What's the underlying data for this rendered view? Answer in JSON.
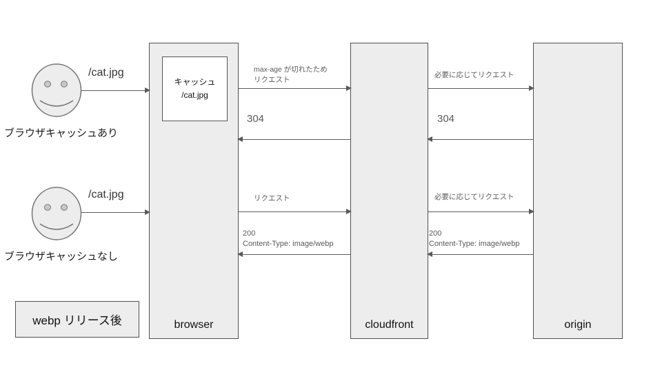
{
  "actors": {
    "browser": "browser",
    "cloudfront": "cloudfront",
    "origin": "origin"
  },
  "browser_cache_note": "キャッシュ\n/cat.jpg",
  "users": [
    {
      "request": "/cat.jpg",
      "caption": "ブラウザキャッシュあり"
    },
    {
      "request": "/cat.jpg",
      "caption": "ブラウザキャッシュなし"
    }
  ],
  "messages": [
    {
      "from": "browser",
      "to": "cloudfront",
      "direction": "right",
      "label": "max-age が切れたため\nリクエスト"
    },
    {
      "from": "cloudfront",
      "to": "browser",
      "direction": "left",
      "label": "304"
    },
    {
      "from": "cloudfront",
      "to": "origin",
      "direction": "right",
      "label": "必要に応じてリクエスト"
    },
    {
      "from": "origin",
      "to": "cloudfront",
      "direction": "left",
      "label": "304"
    },
    {
      "from": "browser",
      "to": "cloudfront",
      "direction": "right",
      "label": "リクエスト"
    },
    {
      "from": "cloudfront",
      "to": "browser",
      "direction": "left",
      "label": "200\nContent-Type: image/webp"
    },
    {
      "from": "cloudfront",
      "to": "origin",
      "direction": "right",
      "label": "必要に応じてリクエスト"
    },
    {
      "from": "origin",
      "to": "cloudfront",
      "direction": "left",
      "label": "200\nContent-Type: image/webp"
    }
  ],
  "legend": "webp リリース後",
  "colors": {
    "column_fill": "#ededed",
    "column_border": "#4f4f4f",
    "arrow": "#5a5a5a",
    "message_text": "#595959",
    "text": "#111111",
    "background": "#ffffff"
  }
}
